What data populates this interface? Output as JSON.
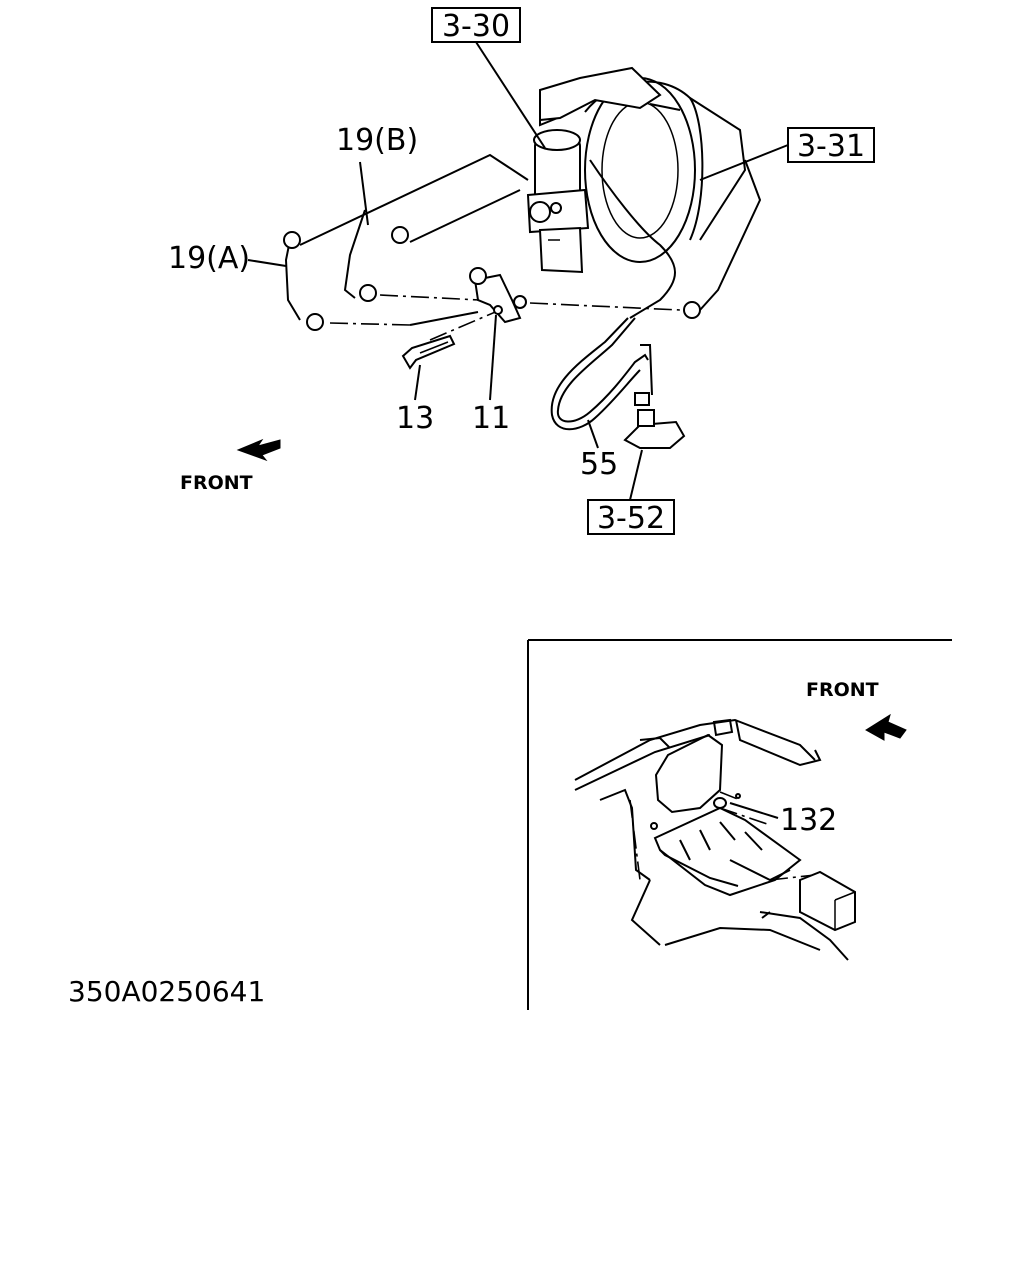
{
  "labels": {
    "ref_3_30": "3-30",
    "ref_3_31": "3-31",
    "ref_3_52": "3-52",
    "part_19b": "19(B)",
    "part_19a": "19(A)",
    "part_13": "13",
    "part_11": "11",
    "part_55": "55",
    "part_132": "132",
    "front_main": "FRONT",
    "front_inset": "FRONT",
    "drawing_id": "350A0250641"
  }
}
